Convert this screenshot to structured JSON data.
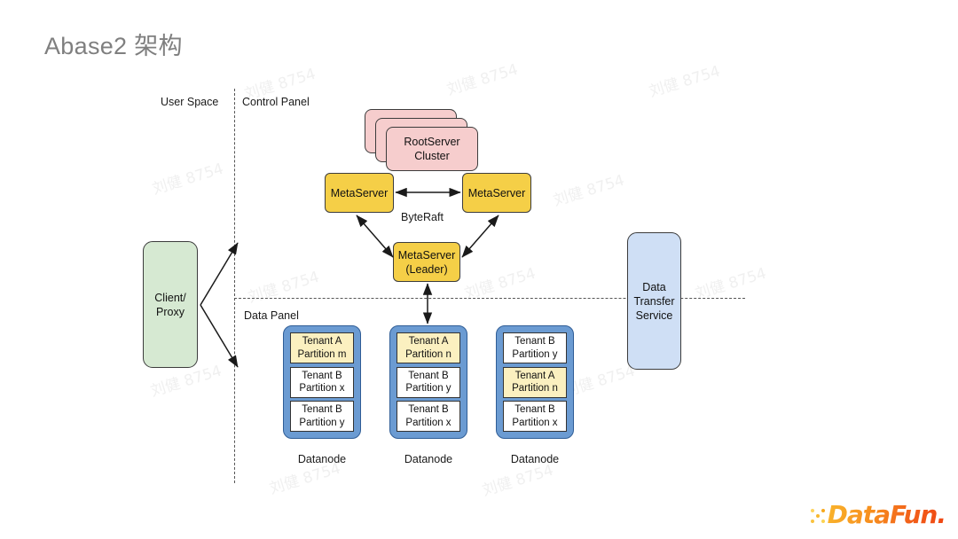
{
  "slide": {
    "title": "Abase2 架构",
    "watermark_text": "刘健 8754"
  },
  "zones": {
    "user_space": "User Space",
    "control_panel": "Control Panel",
    "data_panel": "Data Panel"
  },
  "control_plane": {
    "rootserver": {
      "line1": "RootServer",
      "line2": "Cluster",
      "stack_count": 3
    },
    "metaserver_left": "MetaServer",
    "metaserver_right": "MetaServer",
    "metaserver_leader": {
      "line1": "MetaServer",
      "line2": "(Leader)"
    },
    "consensus_label": "ByteRaft"
  },
  "client": {
    "line1": "Client/",
    "line2": "Proxy"
  },
  "data_transfer_service": {
    "line1": "Data",
    "line2": "Transfer",
    "line3": "Service"
  },
  "datanodes": [
    {
      "label": "Datanode",
      "partitions": [
        {
          "tenant": "Tenant A",
          "partition": "Partition m",
          "highlight": true
        },
        {
          "tenant": "Tenant B",
          "partition": "Partition x",
          "highlight": false
        },
        {
          "tenant": "Tenant B",
          "partition": "Partition y",
          "highlight": false
        }
      ]
    },
    {
      "label": "Datanode",
      "partitions": [
        {
          "tenant": "Tenant A",
          "partition": "Partition n",
          "highlight": true
        },
        {
          "tenant": "Tenant B",
          "partition": "Partition y",
          "highlight": false
        },
        {
          "tenant": "Tenant B",
          "partition": "Partition x",
          "highlight": false
        }
      ]
    },
    {
      "label": "Datanode",
      "partitions": [
        {
          "tenant": "Tenant B",
          "partition": "Partition y",
          "highlight": false
        },
        {
          "tenant": "Tenant A",
          "partition": "Partition n",
          "highlight": true
        },
        {
          "tenant": "Tenant B",
          "partition": "Partition x",
          "highlight": false
        }
      ]
    }
  ],
  "branding": {
    "wordmark": "DataFun."
  },
  "colors": {
    "rootserver_pink": "#f6cdcd",
    "metaserver_yellow": "#f5cf47",
    "client_green": "#d6e9d2",
    "dts_blue": "#cfdff5",
    "datanode_blue": "#6b9bd2",
    "partition_highlight": "#fbf0c0",
    "title_gray": "#7f7f7f",
    "logo_orange": "#f78e1e"
  }
}
